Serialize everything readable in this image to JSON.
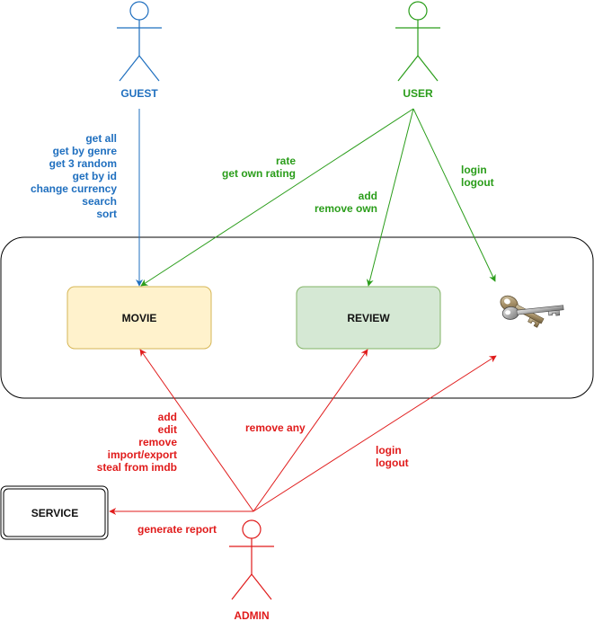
{
  "colors": {
    "guest": "#1f6fbf",
    "user": "#2a9d1a",
    "admin": "#e01b1b",
    "movie_fill": "#fff2cc",
    "movie_stroke": "#d6b656",
    "review_fill": "#d5e8d4",
    "review_stroke": "#82b366"
  },
  "actors": {
    "guest": "GUEST",
    "user": "USER",
    "admin": "ADMIN"
  },
  "boxes": {
    "movie": "MOVIE",
    "review": "REVIEW",
    "service": "SERVICE"
  },
  "icons": {
    "auth": "keys-icon"
  },
  "guest_actions": [
    "get all",
    "get by genre",
    "get 3 random",
    "get by id",
    "change currency",
    "search",
    "sort"
  ],
  "user_movie_actions": [
    "rate",
    "get own rating"
  ],
  "user_review_actions": [
    "add",
    "remove own"
  ],
  "user_auth_actions": [
    "login",
    "logout"
  ],
  "admin_movie_actions": [
    "add",
    "edit",
    "remove",
    "import/export",
    "steal from imdb"
  ],
  "admin_review_actions": [
    "remove any"
  ],
  "admin_auth_actions": [
    "login",
    "logout"
  ],
  "admin_service_actions": [
    "generate report"
  ]
}
